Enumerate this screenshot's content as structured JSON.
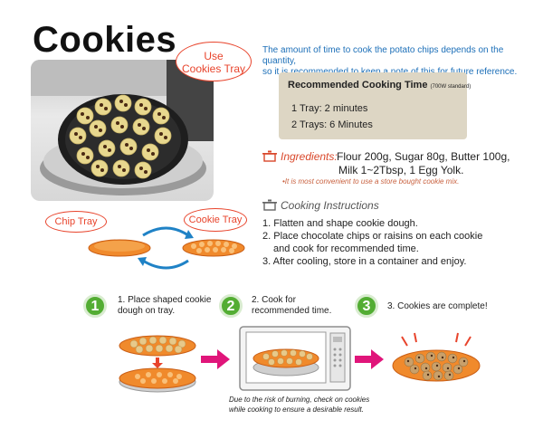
{
  "title": "Cookies",
  "callouts": {
    "use_tray_line1": "Use",
    "use_tray_line2": "Cookies Tray",
    "chip_tray": "Chip Tray",
    "cookie_tray": "Cookie Tray"
  },
  "intro": {
    "line1": "The amount of time to cook the potato chips depends on the quantity,",
    "line2": "so it is recommended to keep a note of this for future reference."
  },
  "cooking_time": {
    "title": "Recommended Cooking Time",
    "standard": "(700W standard)",
    "lines": [
      "1 Tray: 2 minutes",
      "2 Trays: 6 Minutes"
    ]
  },
  "ingredients": {
    "label": "Ingredients:",
    "line1": "Flour 200g, Sugar 80g, Butter 100g,",
    "line2": "Milk 1~2Tbsp, 1 Egg Yolk.",
    "note": "•It is most convenient to use a store bought cookie mix."
  },
  "instructions": {
    "label": "Cooking Instructions",
    "items": [
      "1. Flatten and shape cookie dough.",
      "2. Place chocolate chips or raisins on each cookie",
      "and cook for recommended time.",
      "3. After cooling, store in a container and enjoy."
    ]
  },
  "steps": [
    {
      "number": "1",
      "line1": "1. Place shaped cookie",
      "line2": "dough on tray."
    },
    {
      "number": "2",
      "line1": "2. Cook for",
      "line2": "recommended time."
    },
    {
      "number": "3",
      "line1": "3. Cookies are complete!",
      "line2": ""
    }
  ],
  "warning": {
    "line1": "Due to the risk of burning, check on cookies",
    "line2": "while cooking to ensure a desirable result."
  },
  "colors": {
    "accent_red": "#e8442c",
    "intro_blue": "#1c6fb8",
    "step_green": "#53ad33",
    "arrow_magenta": "#e0157a",
    "box_beige": "#ddd6c4"
  }
}
